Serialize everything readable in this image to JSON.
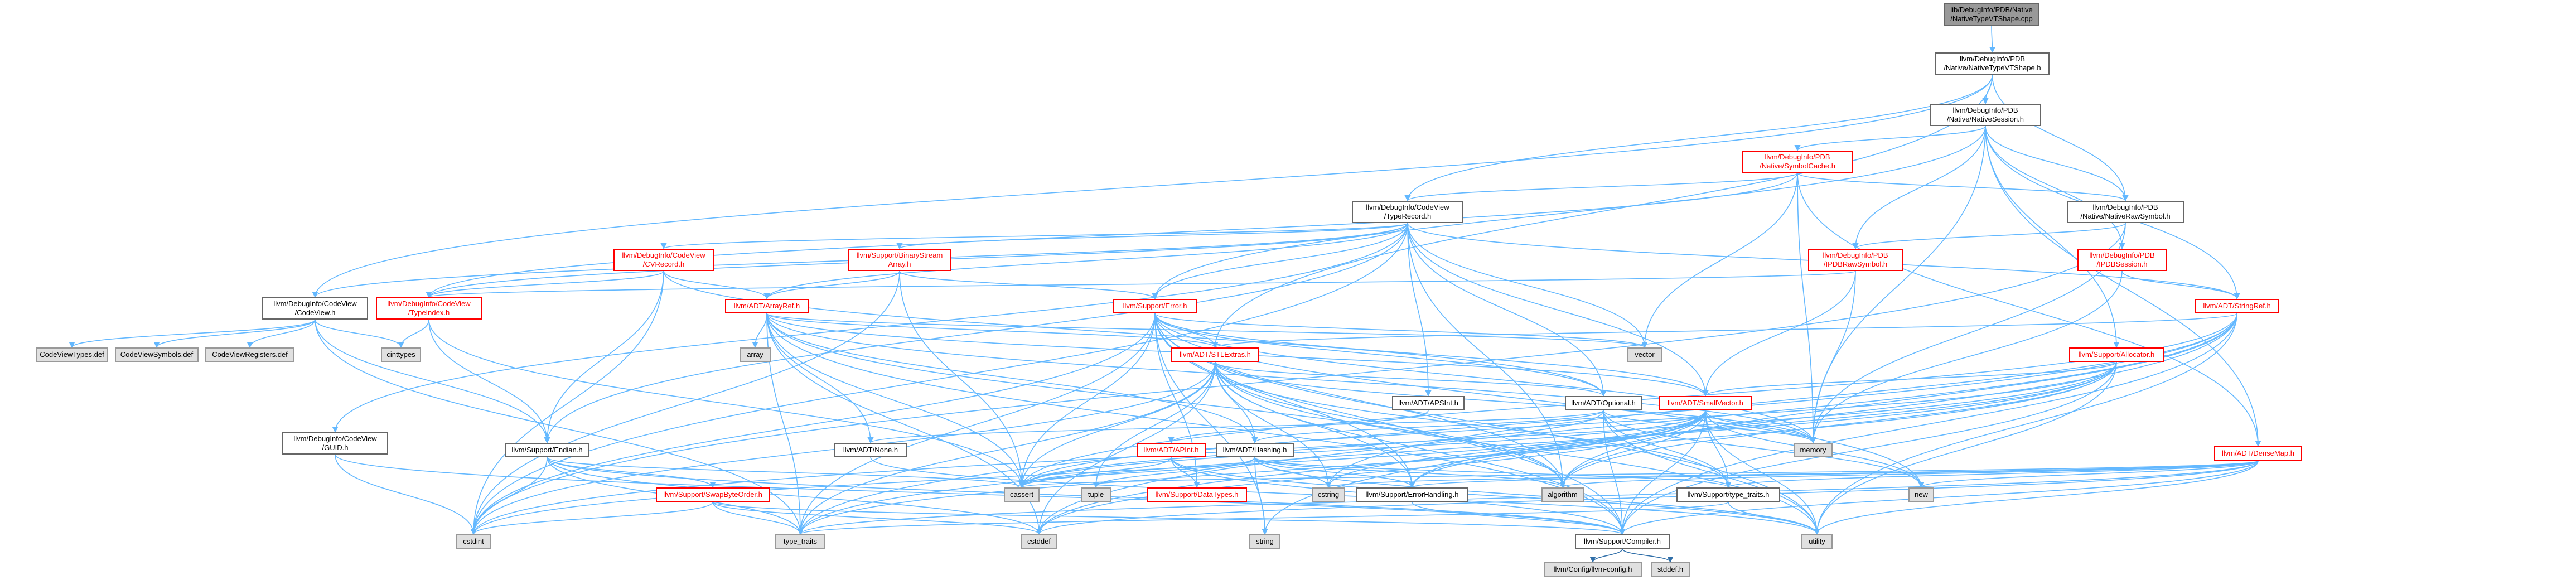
{
  "colors": {
    "edge": "#63b8ff",
    "edge_dark": "#2f6ea8",
    "node_border": "#666666",
    "red": "#ff0000",
    "system_fill": "#e0e0e0",
    "root_fill": "#999999"
  },
  "nodes": {
    "root": {
      "lines": [
        "lib/DebugInfo/PDB/Native",
        "/NativeTypeVTShape.cpp"
      ]
    },
    "nativetypevt": {
      "lines": [
        "llvm/DebugInfo/PDB",
        "/Native/NativeTypeVTShape.h"
      ]
    },
    "nativesession": {
      "lines": [
        "llvm/DebugInfo/PDB",
        "/Native/NativeSession.h"
      ]
    },
    "nativesymbolcache": {
      "lines": [
        "llvm/DebugInfo/PDB",
        "/Native/SymbolCache.h"
      ]
    },
    "typerecord": {
      "lines": [
        "llvm/DebugInfo/CodeView",
        "/TypeRecord.h"
      ]
    },
    "nativerawsymbol": {
      "lines": [
        "llvm/DebugInfo/PDB",
        "/Native/NativeRawSymbol.h"
      ]
    },
    "ipdbrawsymbol": {
      "lines": [
        "llvm/DebugInfo/PDB",
        "/IPDBRawSymbol.h"
      ]
    },
    "ipdbsession": {
      "lines": [
        "llvm/DebugInfo/PDB",
        "/IPDBSession.h"
      ]
    },
    "cvrecord": {
      "lines": [
        "llvm/DebugInfo/CodeView",
        "/CVRecord.h"
      ]
    },
    "binarystreamarray": {
      "lines": [
        "llvm/Support/BinaryStream",
        "Array.h"
      ]
    },
    "codeview": {
      "lines": [
        "llvm/DebugInfo/CodeView",
        "/CodeView.h"
      ]
    },
    "typeindex": {
      "lines": [
        "llvm/DebugInfo/CodeView",
        "/TypeIndex.h"
      ]
    },
    "arrayref": {
      "lines": [
        "llvm/ADT/ArrayRef.h"
      ]
    },
    "error": {
      "lines": [
        "llvm/Support/Error.h"
      ]
    },
    "stringref": {
      "lines": [
        "llvm/ADT/StringRef.h"
      ]
    },
    "allocator": {
      "lines": [
        "llvm/Support/Allocator.h"
      ]
    },
    "stlextras": {
      "lines": [
        "llvm/ADT/STLExtras.h"
      ]
    },
    "codeviewtypes": {
      "lines": [
        "CodeViewTypes.def"
      ]
    },
    "codeviewsymbols": {
      "lines": [
        "CodeViewSymbols.def"
      ]
    },
    "codeviewregisters": {
      "lines": [
        "CodeViewRegisters.def"
      ]
    },
    "cinttypes": {
      "lines": [
        "cinttypes"
      ]
    },
    "array": {
      "lines": [
        "array"
      ]
    },
    "vector": {
      "lines": [
        "vector"
      ]
    },
    "apsint": {
      "lines": [
        "llvm/ADT/APSInt.h"
      ]
    },
    "optional": {
      "lines": [
        "llvm/ADT/Optional.h"
      ]
    },
    "smallvector": {
      "lines": [
        "llvm/ADT/SmallVector.h"
      ]
    },
    "guid": {
      "lines": [
        "llvm/DebugInfo/CodeView",
        "/GUID.h"
      ]
    },
    "endian": {
      "lines": [
        "llvm/Support/Endian.h"
      ]
    },
    "none": {
      "lines": [
        "llvm/ADT/None.h"
      ]
    },
    "apint": {
      "lines": [
        "llvm/ADT/APInt.h"
      ]
    },
    "hashing": {
      "lines": [
        "llvm/ADT/Hashing.h"
      ]
    },
    "memory": {
      "lines": [
        "memory"
      ]
    },
    "densemap": {
      "lines": [
        "llvm/ADT/DenseMap.h"
      ]
    },
    "swapbyteorder": {
      "lines": [
        "llvm/Support/SwapByteOrder.h"
      ]
    },
    "cassert": {
      "lines": [
        "cassert"
      ]
    },
    "tuple": {
      "lines": [
        "tuple"
      ]
    },
    "datatypes": {
      "lines": [
        "llvm/Support/DataTypes.h"
      ]
    },
    "cstring": {
      "lines": [
        "cstring"
      ]
    },
    "errorhandling": {
      "lines": [
        "llvm/Support/ErrorHandling.h"
      ]
    },
    "algorithm": {
      "lines": [
        "algorithm"
      ]
    },
    "typetraitsllvm": {
      "lines": [
        "llvm/Support/type_traits.h"
      ]
    },
    "new": {
      "lines": [
        "new"
      ]
    },
    "cstdint": {
      "lines": [
        "cstdint"
      ]
    },
    "typetraits": {
      "lines": [
        "type_traits"
      ]
    },
    "cstddef": {
      "lines": [
        "cstddef"
      ]
    },
    "string": {
      "lines": [
        "string"
      ]
    },
    "compiler": {
      "lines": [
        "llvm/Support/Compiler.h"
      ]
    },
    "utility": {
      "lines": [
        "utility"
      ]
    },
    "llvmconfig": {
      "lines": [
        "llvm/Config/llvm-config.h"
      ]
    },
    "stddef": {
      "lines": [
        "stddef.h"
      ]
    }
  }
}
